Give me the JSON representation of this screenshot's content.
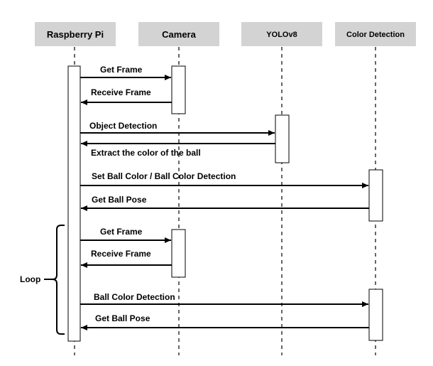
{
  "participants": [
    {
      "id": "rpi",
      "label": "Raspberry Pi"
    },
    {
      "id": "camera",
      "label": "Camera"
    },
    {
      "id": "yolo",
      "label": "YOLOv8"
    },
    {
      "id": "color",
      "label": "Color Detection"
    }
  ],
  "messages": [
    {
      "from": "rpi",
      "to": "camera",
      "label": "Get Frame"
    },
    {
      "from": "camera",
      "to": "rpi",
      "label": "Receive Frame"
    },
    {
      "from": "rpi",
      "to": "yolo",
      "label": "Object Detection"
    },
    {
      "from": "yolo",
      "to": "rpi",
      "label": "Extract the color of the ball"
    },
    {
      "from": "rpi",
      "to": "color",
      "label": "Set Ball Color / Ball Color Detection"
    },
    {
      "from": "color",
      "to": "rpi",
      "label": "Get Ball Pose"
    },
    {
      "from": "rpi",
      "to": "camera",
      "label": "Get Frame"
    },
    {
      "from": "camera",
      "to": "rpi",
      "label": "Receive Frame"
    },
    {
      "from": "rpi",
      "to": "color",
      "label": "Ball Color Detection"
    },
    {
      "from": "color",
      "to": "rpi",
      "label": "Get Ball Pose"
    }
  ],
  "loop": {
    "label": "Loop"
  }
}
